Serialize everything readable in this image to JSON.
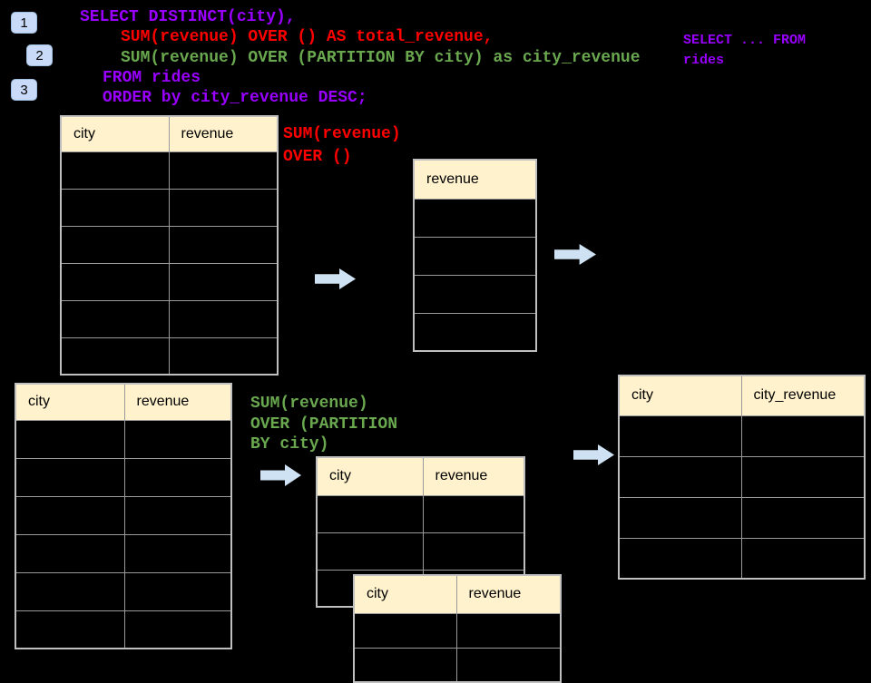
{
  "palette": {
    "background": "#000000",
    "sql_purple": "#9900FF",
    "sql_red": "#FF0000",
    "sql_green": "#6AA84F",
    "badge_blue": "#C9DAF8",
    "arrow_blue": "#CFE2F3",
    "table_header_cream": "#FFF2CC",
    "table_border_gray": "#9A9A9A"
  },
  "step_badges": [
    {
      "label": "1"
    },
    {
      "label": "2"
    },
    {
      "label": "3"
    }
  ],
  "sql_code": {
    "lines": [
      {
        "text": "SELECT DISTINCT(city),",
        "color": "purple"
      },
      {
        "text": "SUM(revenue) OVER () AS total_revenue,",
        "color": "red"
      },
      {
        "text": "SUM(revenue) OVER (PARTITION BY city) as city_revenue",
        "color": "green"
      },
      {
        "text": "FROM rides",
        "color": "purple"
      },
      {
        "text": "ORDER by city_revenue DESC;",
        "color": "purple"
      }
    ]
  },
  "side_note": {
    "line1": "SELECT ... FROM",
    "line2": "rides",
    "color": "purple"
  },
  "annotation_total": {
    "line1": "SUM(revenue)",
    "line2": "OVER ()",
    "color": "red"
  },
  "annotation_partition": {
    "line1": "SUM(revenue)",
    "line2": "OVER (PARTITION",
    "line3": "BY city)",
    "color": "green"
  },
  "tables": {
    "source_top": {
      "headers": [
        "city",
        "revenue"
      ],
      "row_count": 6
    },
    "total_result": {
      "headers": [
        "revenue"
      ],
      "row_count": 4
    },
    "source_bottom": {
      "headers": [
        "city",
        "revenue"
      ],
      "row_count": 6
    },
    "partition_back": {
      "headers": [
        "city",
        "revenue"
      ],
      "row_count": 3
    },
    "partition_front": {
      "headers": [
        "city",
        "revenue"
      ],
      "row_count": 2
    },
    "partition_result": {
      "headers": [
        "city",
        "city_revenue"
      ],
      "row_count": 4
    }
  },
  "icons": {
    "arrow_1": "right-arrow",
    "arrow_2": "right-arrow",
    "arrow_3": "right-arrow",
    "arrow_4": "right-arrow"
  }
}
